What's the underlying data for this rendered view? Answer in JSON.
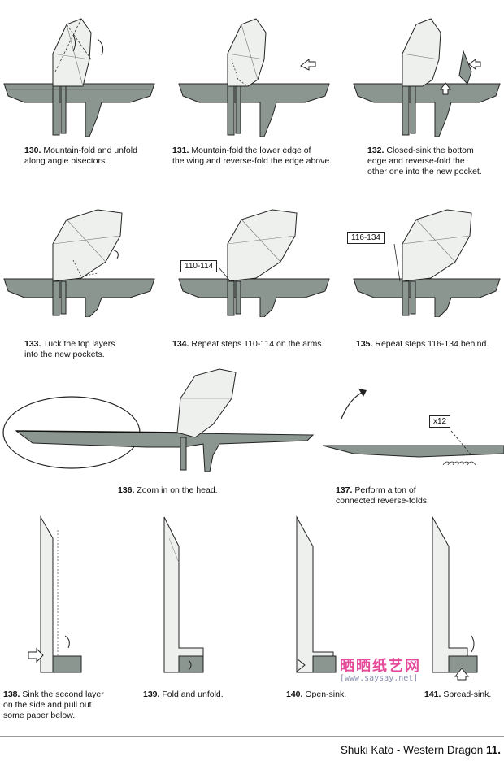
{
  "steps": [
    {
      "num": "130.",
      "text": [
        "Mountain-fold and unfold",
        "along angle bisectors."
      ]
    },
    {
      "num": "131.",
      "text": [
        "Mountain-fold the lower edge of",
        "the wing and reverse-fold the edge above."
      ]
    },
    {
      "num": "132.",
      "text": [
        "Closed-sink the bottom",
        "edge and reverse-fold the",
        "other one into the new pocket."
      ]
    },
    {
      "num": "133.",
      "text": [
        "Tuck the top layers",
        "into the new pockets."
      ]
    },
    {
      "num": "134.",
      "text": [
        "Repeat steps 110-114 on the arms."
      ]
    },
    {
      "num": "135.",
      "text": [
        "Repeat steps 116-134 behind."
      ]
    },
    {
      "num": "136.",
      "text": [
        "Zoom in on the head."
      ]
    },
    {
      "num": "137.",
      "text": [
        "Perform a ton of",
        "connected reverse-folds."
      ]
    },
    {
      "num": "138.",
      "text": [
        "Sink the second layer",
        "on the side and pull out",
        " some paper below."
      ]
    },
    {
      "num": "139.",
      "text": [
        "Fold and unfold."
      ]
    },
    {
      "num": "140.",
      "text": [
        "Open-sink."
      ]
    },
    {
      "num": "141.",
      "text": [
        "Spread-sink."
      ]
    }
  ],
  "refs": {
    "r134": "110-114",
    "r135": "116-134",
    "r137": "x12"
  },
  "footer": {
    "author_title": "Shuki Kato - Western Dragon ",
    "page": "11."
  },
  "watermark": {
    "cn": "晒晒纸艺网",
    "url": "[www.saysay.net]"
  },
  "colors": {
    "paper_gray": "#8b9690",
    "paper_light": "#eef0ee",
    "outline": "#222222",
    "watermark_pink": "#e64a9a"
  }
}
